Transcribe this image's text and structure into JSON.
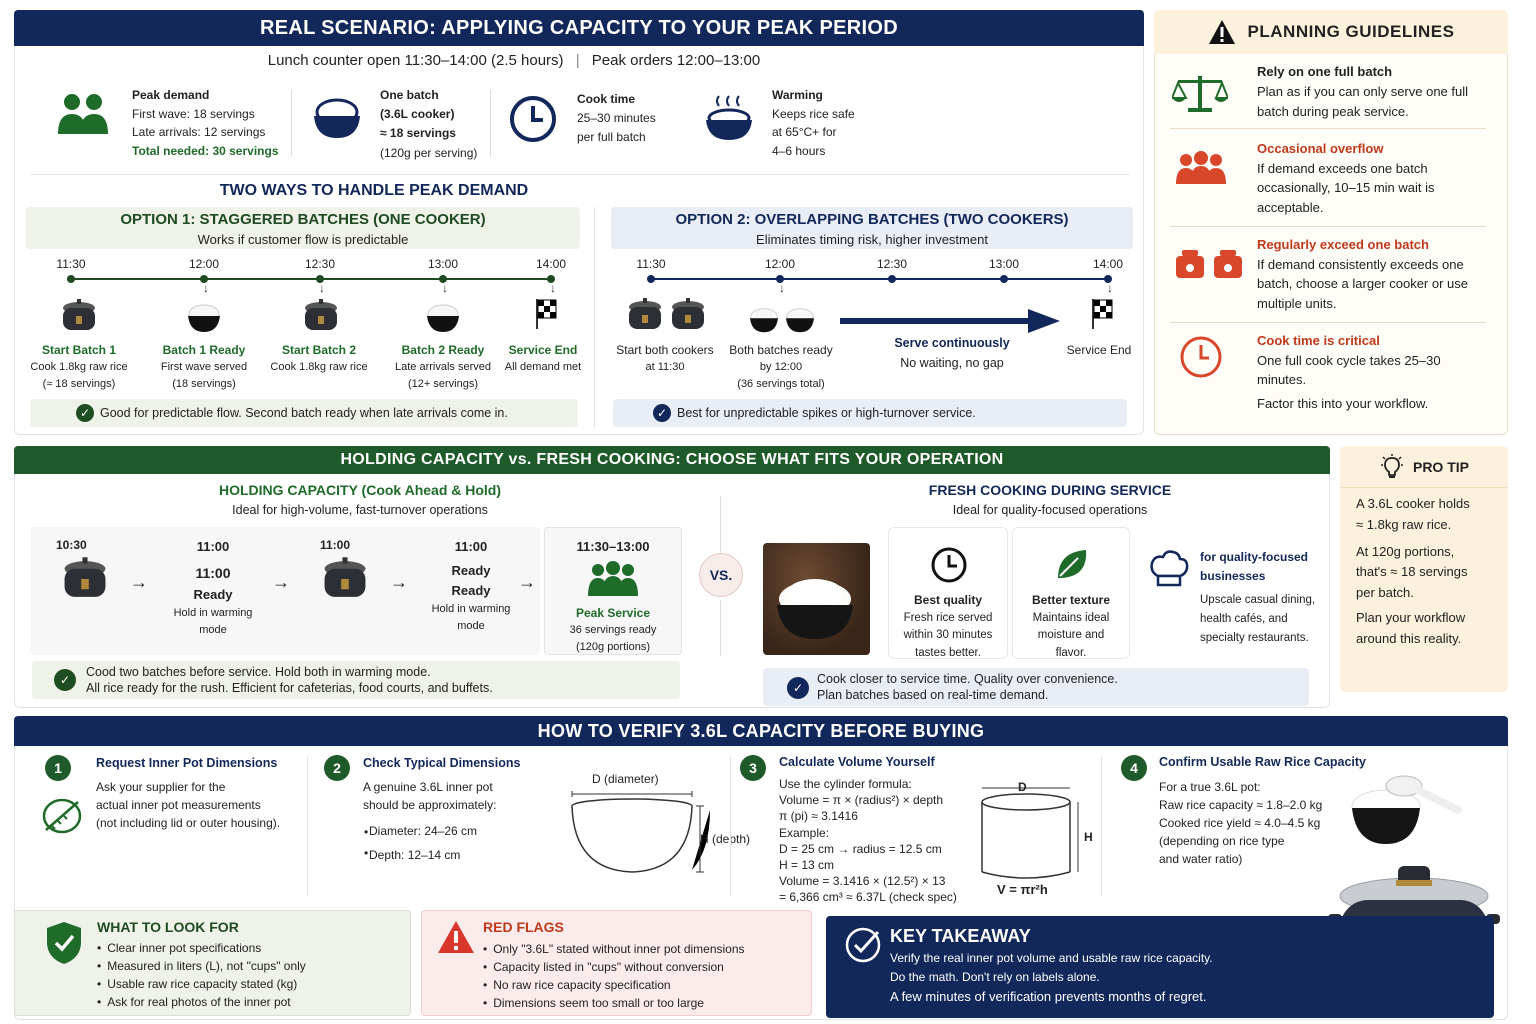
{
  "scenario": {
    "title": "REAL SCENARIO: APPLYING CAPACITY TO YOUR PEAK PERIOD",
    "subtitle_hours": "Lunch counter open 11:30–14:00 (2.5 hours)",
    "subtitle_sep": "|",
    "subtitle_peak": "Peak orders 12:00–13:00",
    "facts": [
      {
        "title": "Peak demand",
        "lines": [
          "First wave: 18 servings",
          "Late arrivals: 12 servings"
        ],
        "highlight": "Total needed: 30 servings"
      },
      {
        "title": "One batch",
        "lines": [
          "(3.6L cooker)",
          "≈ 18 servings",
          "(120g per serving)"
        ]
      },
      {
        "title": "Cook time",
        "lines": [
          "25–30 minutes",
          "per full batch"
        ]
      },
      {
        "title": "Warming",
        "lines": [
          "Keeps rice safe",
          "at 65°C+ for",
          "4–6 hours"
        ]
      }
    ],
    "two_ways_title": "TWO WAYS TO HANDLE PEAK DEMAND"
  },
  "option1": {
    "title": "OPTION 1: STAGGERED BATCHES (ONE COOKER)",
    "subtitle": "Works if customer flow is predictable",
    "times": [
      "11:30",
      "12:00",
      "12:30",
      "13:00",
      "14:00"
    ],
    "steps": [
      {
        "title": "Start Batch 1",
        "l1": "Cook 1.8kg raw rice",
        "l2": "(≈ 18 servings)"
      },
      {
        "title": "Batch 1 Ready",
        "l1": "First wave served",
        "l2": "(18 servings)"
      },
      {
        "title": "Start Batch 2",
        "l1": "Cook 1.8kg raw rice",
        "l2": ""
      },
      {
        "title": "Batch 2 Ready",
        "l1": "Late arrivals served",
        "l2": "(12+ servings)"
      },
      {
        "title": "Service End",
        "l1": "All demand met",
        "l2": ""
      }
    ],
    "note": "Good for predictable flow. Second batch ready when late arrivals come in."
  },
  "option2": {
    "title": "OPTION 2: OVERLAPPING BATCHES (TWO COOKERS)",
    "subtitle": "Eliminates timing risk, higher investment",
    "times": [
      "11:30",
      "12:00",
      "12:30",
      "13:00",
      "14:00"
    ],
    "steps": [
      {
        "title": "Start both cookers",
        "l1": "at 11:30",
        "l2": ""
      },
      {
        "title": "Both batches ready",
        "l1": "by 12:00",
        "l2": "(36 servings total)"
      },
      {
        "title": "Serve continuously",
        "l1": "No waiting, no gap",
        "l2": ""
      },
      {
        "title": "Service End",
        "l1": "",
        "l2": ""
      }
    ],
    "note": "Best for unpredictable spikes or high-turnover service."
  },
  "guidelines": {
    "title": "PLANNING GUIDELINES",
    "items": [
      {
        "title": "Rely on one full batch",
        "text": "Plan as if you can only serve one full batch during peak service.",
        "tone": "dark"
      },
      {
        "title": "Occasional overflow",
        "text": "If demand exceeds one batch occasionally, 10–15 min wait is acceptable.",
        "tone": "red"
      },
      {
        "title": "Regularly exceed one batch",
        "text": "If demand consistently exceeds one batch, choose a larger cooker or use multiple units.",
        "tone": "red"
      },
      {
        "title": "Cook time is critical",
        "text": "One full cook cycle takes 25–30 minutes.",
        "extra": "Factor this into your workflow.",
        "tone": "red"
      }
    ]
  },
  "holding": {
    "band_title": "HOLDING CAPACITY vs. FRESH COOKING: CHOOSE WHAT FITS YOUR OPERATION",
    "left_title": "HOLDING CAPACITY (Cook Ahead & Hold)",
    "left_subtitle": "Ideal for high-volume, fast-turnover operations",
    "flow": [
      {
        "time": "10:30",
        "title": "",
        "sub": ""
      },
      {
        "time": "11:00",
        "title": "11:00",
        "title2": "Ready",
        "sub": "Hold in warming mode"
      },
      {
        "time": "11:00",
        "title": "",
        "sub": ""
      },
      {
        "time": "11:00",
        "title": "Ready",
        "title2": "Ready",
        "sub": "Hold in warming mode"
      },
      {
        "time": "11:30–13:00",
        "title": "Peak Service",
        "sub": "36 servings ready",
        "sub2": "(120g portions)"
      }
    ],
    "left_note_1": "Cood two batches before service. Hold both in warming mode.",
    "left_note_2": "All rice ready for the rush. Efficient for cafeterias, food courts, and buffets.",
    "vs": "VS.",
    "right_title": "FRESH COOKING DURING SERVICE",
    "right_subtitle": "Ideal for quality-focused operations",
    "features": [
      {
        "title": "Best quality",
        "lines": [
          "Fresh rice served",
          "within 30 minutes",
          "tastes better."
        ]
      },
      {
        "title": "Better texture",
        "lines": [
          "Maintains ideal",
          "moisture and",
          "flavor."
        ]
      }
    ],
    "quality_title": "for quality-focused businesses",
    "quality_text": "Upscale casual dining, health cafés, and specialty restaurants.",
    "right_note_1": "Cook closer to service time. Quality over convenience.",
    "right_note_2": "Plan batches based on real-time demand."
  },
  "protip": {
    "title": "PRO TIP",
    "lines": [
      "A 3.6L cooker holds",
      "≈ 1.8kg raw rice.",
      "At 120g portions,",
      "that's ≈ 18 servings",
      "per batch.",
      "Plan your workflow",
      "around this reality."
    ]
  },
  "verify": {
    "title": "HOW TO VERIFY 3.6L CAPACITY BEFORE BUYING",
    "steps": [
      {
        "num": "1",
        "title": "Request Inner Pot Dimensions",
        "lines": [
          "Ask your supplier for the",
          "actual inner pot measurements",
          "(not including lid or outer housing)."
        ]
      },
      {
        "num": "2",
        "title": "Check Typical Dimensions",
        "lines": [
          "A genuine 3.6L inner pot",
          "should be approximately:"
        ],
        "bullets": [
          "Diameter: 24–26 cm",
          "Depth: 12–14 cm"
        ],
        "diam_label": "D (diameter)",
        "depth_label": "H (depth)"
      },
      {
        "num": "3",
        "title": "Calculate Volume Yourself",
        "lines": [
          "Use the cylinder formula:",
          "Volume = π × (radius²) × depth",
          "π (pi) ≈ 3.1416",
          "Example:",
          "D = 25 cm → radius = 12.5 cm",
          "H = 13 cm",
          "Volume = 3.1416 × (12.5²) × 13",
          "= 6,366 cm³ ≈ 6.37L (check spec)"
        ],
        "d_label": "D",
        "h_label": "H",
        "formula": "V = πr²h"
      },
      {
        "num": "4",
        "title": "Confirm Usable Raw Rice Capacity",
        "lines": [
          "For a true 3.6L pot:",
          "Raw rice capacity ≈ 1.8–2.0 kg",
          "Cooked rice yield ≈ 4.0–4.5 kg",
          "(depending on rice type",
          "and water ratio)"
        ]
      }
    ],
    "look_for_title": "WHAT TO LOOK FOR",
    "look_for": [
      "Clear inner pot specifications",
      "Measured in liters (L), not \"cups\" only",
      "Usable raw rice capacity stated (kg)",
      "Ask for real photos of the inner pot"
    ],
    "red_flags_title": "RED FLAGS",
    "red_flags": [
      "Only \"3.6L\" stated without inner pot dimensions",
      "Capacity listed in \"cups\" without conversion",
      "No raw rice capacity specification",
      "Dimensions seem too small or too large"
    ],
    "takeaway_title": "KEY TAKEAWAY",
    "takeaway_1": "Verify the real inner pot volume and usable raw rice capacity.",
    "takeaway_2": "Do the math. Don't rely on labels alone.",
    "takeaway_3": "A few minutes of verification prevents months of regret."
  },
  "colors": {
    "navy": "#13285a",
    "green": "#1f5a2a",
    "red": "#c0391b",
    "cream": "#fbf1dc"
  }
}
